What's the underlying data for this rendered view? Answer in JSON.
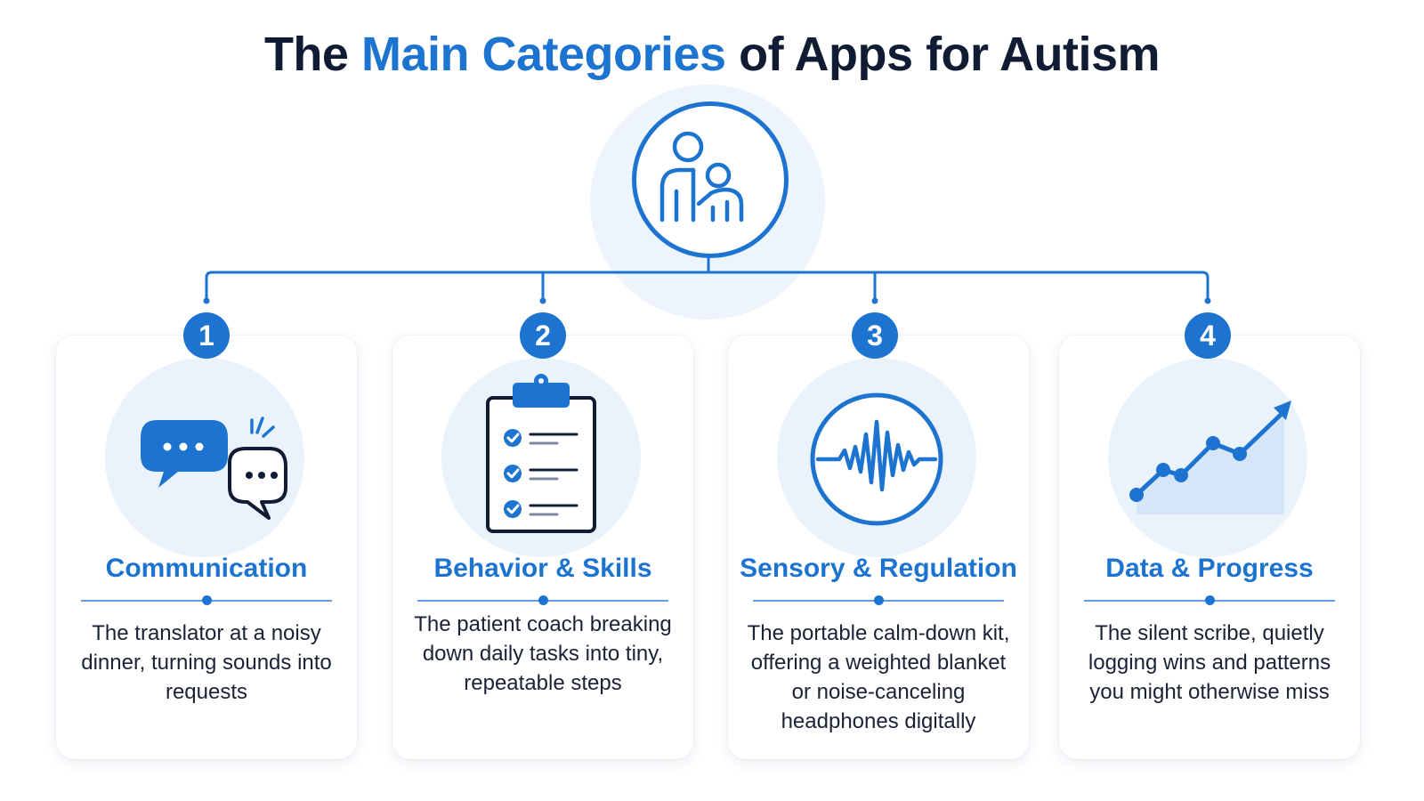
{
  "title": {
    "prefix": "The",
    "highlight": "Main Categories",
    "suffix": "of Apps for Autism"
  },
  "hub": {
    "icon": "parent-child-icon"
  },
  "colors": {
    "accent": "#1d74d0",
    "text": "#0f1c33",
    "tint": "#eaf2fc"
  },
  "categories": [
    {
      "number": "1",
      "title": "Communication",
      "icon": "speech-bubbles-icon",
      "description": "The translator at a noisy dinner, turning sounds into requests"
    },
    {
      "number": "2",
      "title": "Behavior & Skills",
      "icon": "clipboard-checklist-icon",
      "description": "The patient coach breaking down daily tasks into tiny, repeatable steps"
    },
    {
      "number": "3",
      "title": "Sensory & Regulation",
      "icon": "sound-wave-icon",
      "description": "The portable calm-down kit, offering a weighted blanket or noise-canceling headphones digitally"
    },
    {
      "number": "4",
      "title": "Data & Progress",
      "icon": "growth-chart-icon",
      "description": "The silent scribe, quietly logging wins and patterns you might otherwise miss"
    }
  ]
}
